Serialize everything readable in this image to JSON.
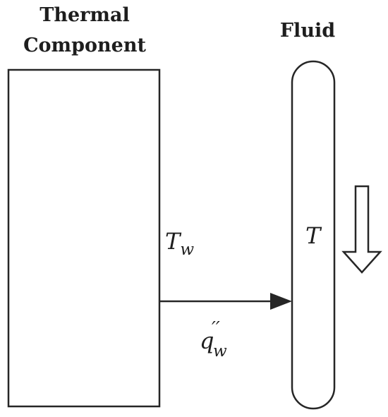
{
  "diagram": {
    "component_title_line1": "Thermal",
    "component_title_line2": "Component",
    "fluid_title": "Fluid",
    "wall_temperature": {
      "symbol": "T",
      "subscript": "w"
    },
    "fluid_temperature": "T",
    "heat_flux": {
      "symbol": "q",
      "prime": "′′",
      "subscript": "w"
    },
    "colors": {
      "stroke": "#262626",
      "text": "#1e1e1e",
      "background": "#ffffff"
    }
  }
}
